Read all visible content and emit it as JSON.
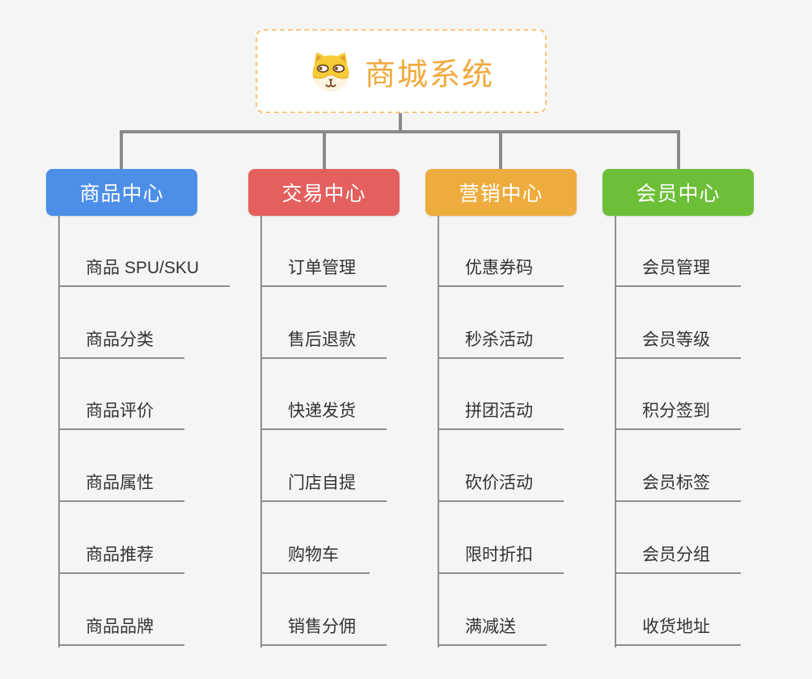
{
  "root": {
    "title": "商城系统",
    "icon": "dog-face-icon",
    "title_color": "#F2A93C",
    "border_color": "#F3C87D"
  },
  "colors": {
    "background": "#F5F5F6",
    "connector": "#8A8A8A",
    "leaf_line": "#8E8E8E",
    "leaf_text": "#333333"
  },
  "branches": [
    {
      "label": "商品中心",
      "color": "#4D8FE8",
      "items": [
        "商品 SPU/SKU",
        "商品分类",
        "商品评价",
        "商品属性",
        "商品推荐",
        "商品品牌"
      ]
    },
    {
      "label": "交易中心",
      "color": "#E4605E",
      "items": [
        "订单管理",
        "售后退款",
        "快递发货",
        "门店自提",
        "购物车",
        "销售分佣"
      ]
    },
    {
      "label": "营销中心",
      "color": "#EEAC3E",
      "items": [
        "优惠券码",
        "秒杀活动",
        "拼团活动",
        "砍价活动",
        "限时折扣",
        "满减送"
      ]
    },
    {
      "label": "会员中心",
      "color": "#6DBF37",
      "items": [
        "会员管理",
        "会员等级",
        "积分签到",
        "会员标签",
        "会员分组",
        "收货地址"
      ]
    }
  ]
}
